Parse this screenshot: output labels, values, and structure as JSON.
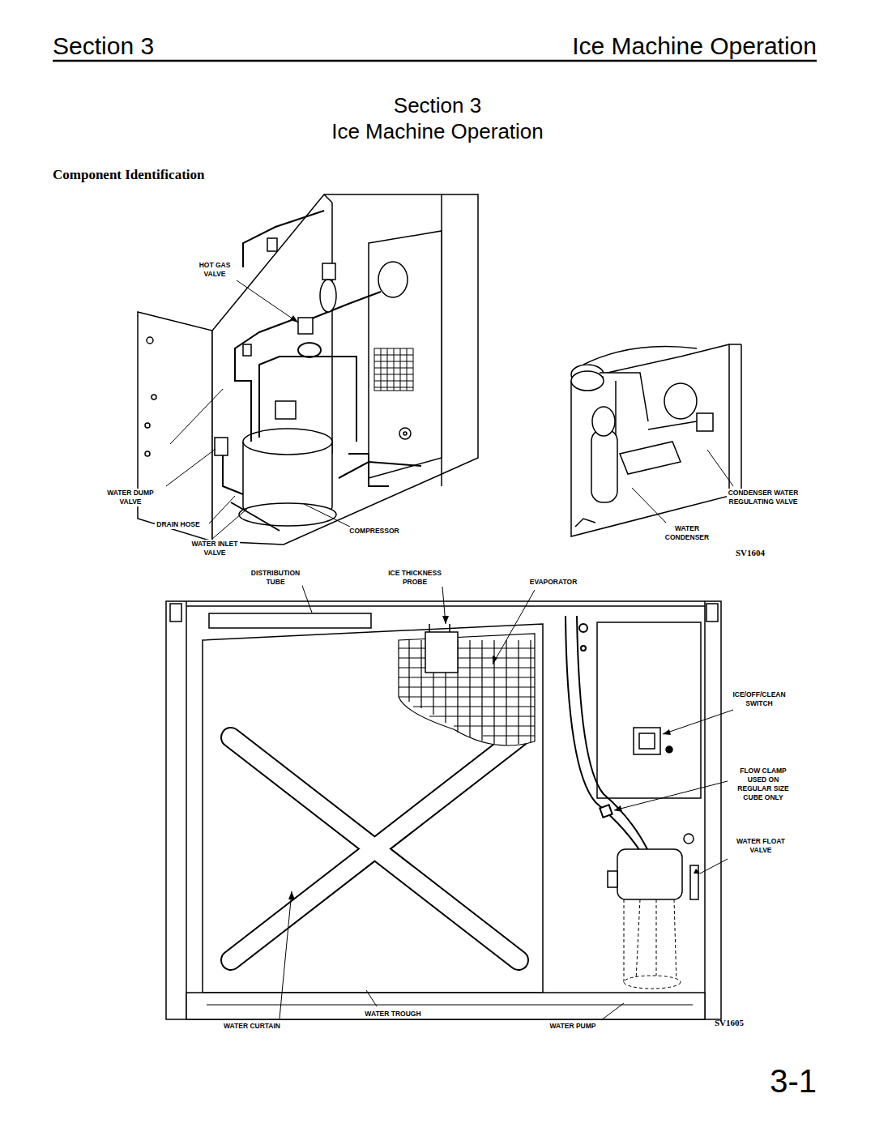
{
  "diagram": {
    "labels": [
      "Section 3",
      "Ice Machine Operation",
      "Section 3",
      "Ice Machine Operation",
      "Component Identification",
      "HOT GAS VALVE",
      "WATER DUMP VALVE",
      "DRAIN HOSE",
      "WATER INLET VALVE",
      "COMPRESSOR",
      "CONDENSER WATER REGULATING VALVE",
      "WATER CONDENSER",
      "SV1604",
      "DISTRIBUTION TUBE",
      "ICE THICKNESS PROBE",
      "EVAPORATOR",
      "ICE/OFF/CLEAN SWITCH",
      "FLOW CLAMP USED ON REGULAR SIZE CUBE ONLY",
      "WATER FLOAT VALVE",
      "WATER CURTAIN",
      "WATER TROUGH",
      "WATER PUMP",
      "SV1605",
      "3-1"
    ]
  }
}
